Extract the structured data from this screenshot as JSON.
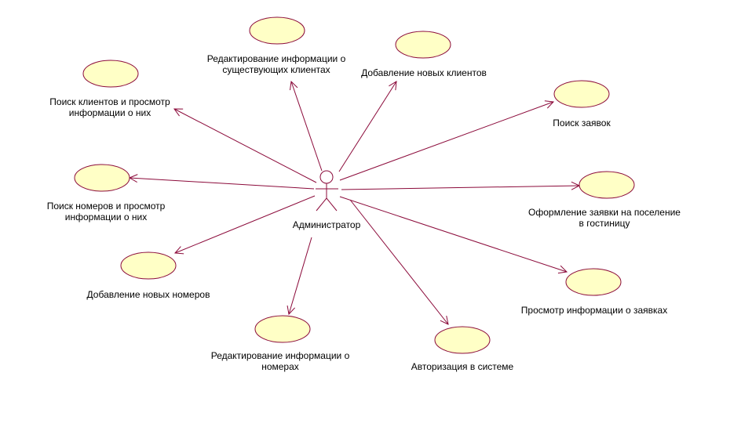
{
  "colors": {
    "line": "#8b0a3a",
    "use_case_fill": "#ffffc6",
    "background": "#ffffff"
  },
  "actor": {
    "name": "Администратор"
  },
  "use_cases": [
    {
      "id": "edit-clients",
      "lines": [
        "Редактирование информации о",
        "существующих клиентах"
      ]
    },
    {
      "id": "add-clients",
      "lines": [
        "Добавление новых клиентов"
      ]
    },
    {
      "id": "search-clients",
      "lines": [
        "Поиск клиентов и просмотр",
        "информации о них"
      ]
    },
    {
      "id": "search-requests",
      "lines": [
        "Поиск заявок"
      ]
    },
    {
      "id": "search-rooms",
      "lines": [
        "Поиск номеров и просмотр",
        "информации о них"
      ]
    },
    {
      "id": "create-request",
      "lines": [
        "Оформление заявки на поселение",
        "в гостиницу"
      ]
    },
    {
      "id": "add-rooms",
      "lines": [
        "Добавление новых номеров"
      ]
    },
    {
      "id": "view-requests",
      "lines": [
        "Просмотр информации о заявках"
      ]
    },
    {
      "id": "edit-rooms",
      "lines": [
        "Редактирование информации о",
        "номерах"
      ]
    },
    {
      "id": "auth",
      "lines": [
        "Авторизация в системе"
      ]
    }
  ]
}
